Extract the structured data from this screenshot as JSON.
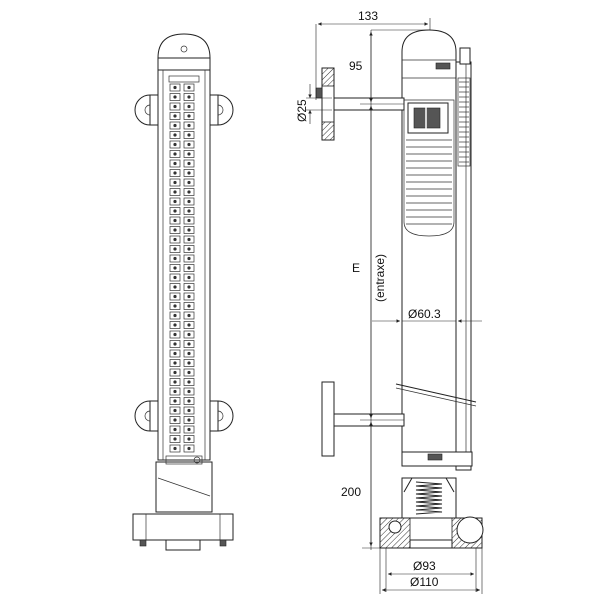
{
  "dimensions": {
    "width_133": "133",
    "offset_95": "95",
    "dia_25": "Ø25",
    "center_E": "E",
    "entraxe": "(entraxe)",
    "dia_60_3": "Ø60.3",
    "h_200": "200",
    "dia_93": "Ø93",
    "dia_110": "Ø110"
  }
}
